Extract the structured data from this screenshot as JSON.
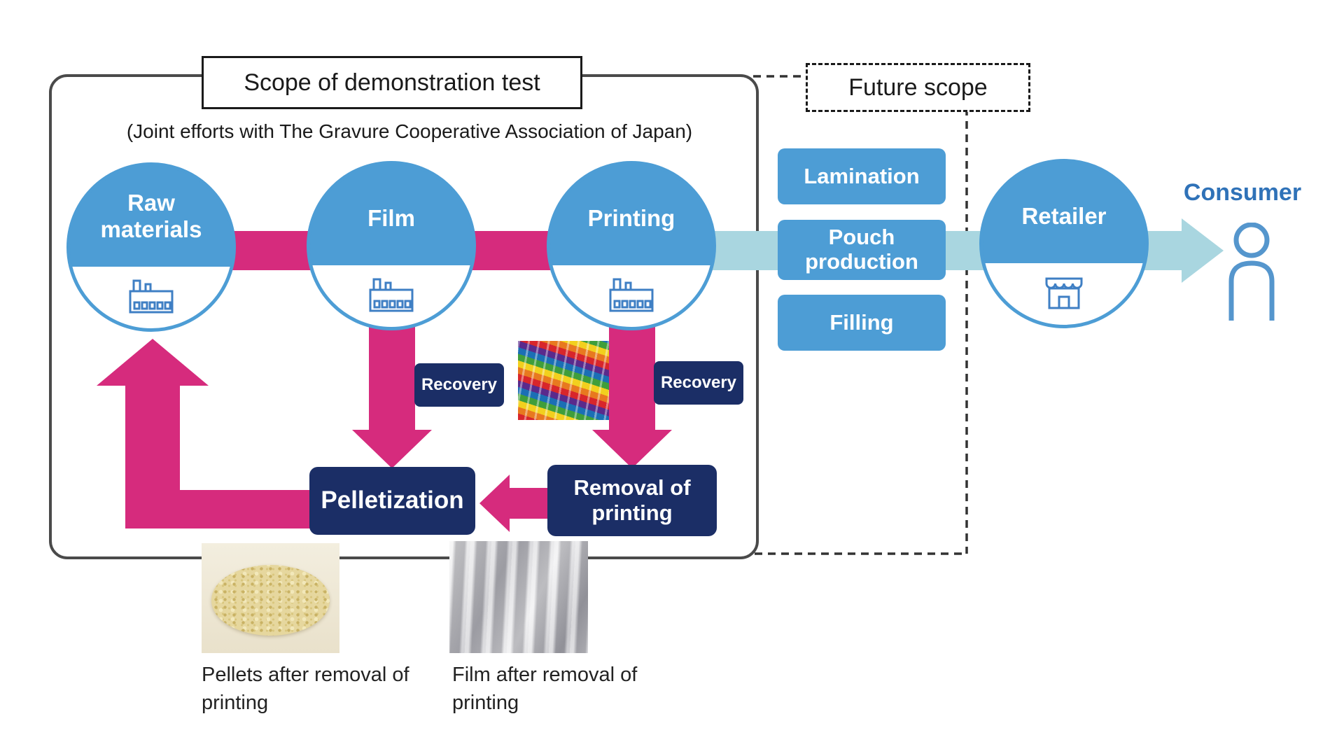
{
  "colors": {
    "circle_blue": "#4d9dd5",
    "pink": "#d62b7d",
    "navy": "#1b2e66",
    "arrow_light_blue": "#a9d6e0",
    "consumer_blue": "#2f72b8",
    "icon_blue": "#3f7fc4",
    "dash_dark": "#333333",
    "scope_border": "#4a4a4a"
  },
  "scope": {
    "title": "Scope of demonstration test",
    "subtitle": "(Joint efforts with The Gravure Cooperative Association of Japan)"
  },
  "future_scope": {
    "label": "Future scope"
  },
  "nodes": {
    "raw_materials": "Raw materials",
    "film": "Film",
    "printing": "Printing",
    "retailer": "Retailer",
    "consumer": "Consumer"
  },
  "process_steps": {
    "lamination": "Lamination",
    "pouch_production": "Pouch production",
    "filling": "Filling"
  },
  "recovery": {
    "from_film": "Recovery",
    "from_printing": "Recovery"
  },
  "recycling": {
    "pelletization": "Pelletization",
    "removal_of_printing": "Removal of printing"
  },
  "captions": {
    "pellets": "Pellets after removal of printing",
    "film": "Film after removal of printing"
  }
}
